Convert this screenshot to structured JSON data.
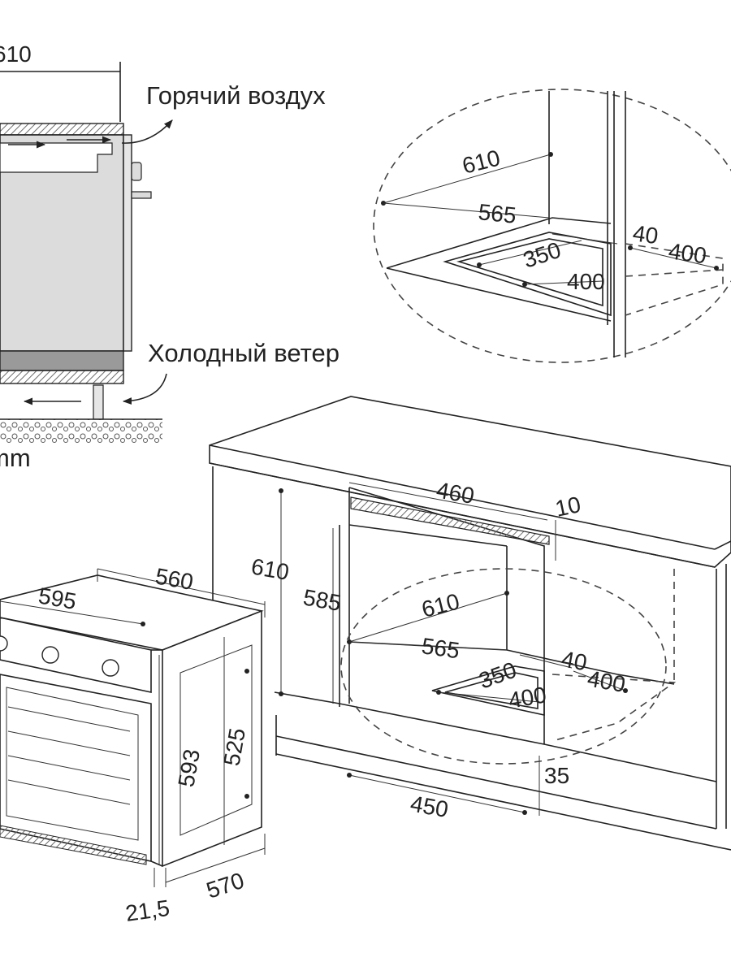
{
  "labels": {
    "hot_air": "Горячий воздух",
    "cold_wind": "Холодный ветер",
    "unit_fragment": "mm",
    "top_fragment": "610"
  },
  "detail_dims": {
    "depth": "610",
    "inner_depth": "565",
    "gap": "40",
    "right_width": "400",
    "cut_depth": "350",
    "cut_width": "400"
  },
  "niche_dims": {
    "width_top": "460",
    "top_gap": "10",
    "height_outer": "610",
    "height_inner": "585",
    "depth": "610",
    "inner_depth": "565",
    "gap": "40",
    "right_width": "400",
    "cut_depth": "350",
    "cut_width": "400",
    "bottom": "35",
    "floor_width": "450"
  },
  "oven_dims": {
    "width": "595",
    "depth": "560",
    "height": "593",
    "inner_height": "525",
    "inner_depth": "570",
    "front": "21,5"
  },
  "colors": {
    "stroke": "#222222",
    "fill_grey": "#dcdcdc",
    "fill_dark": "#9a9a9a",
    "hatch": "#7a7a7a"
  }
}
